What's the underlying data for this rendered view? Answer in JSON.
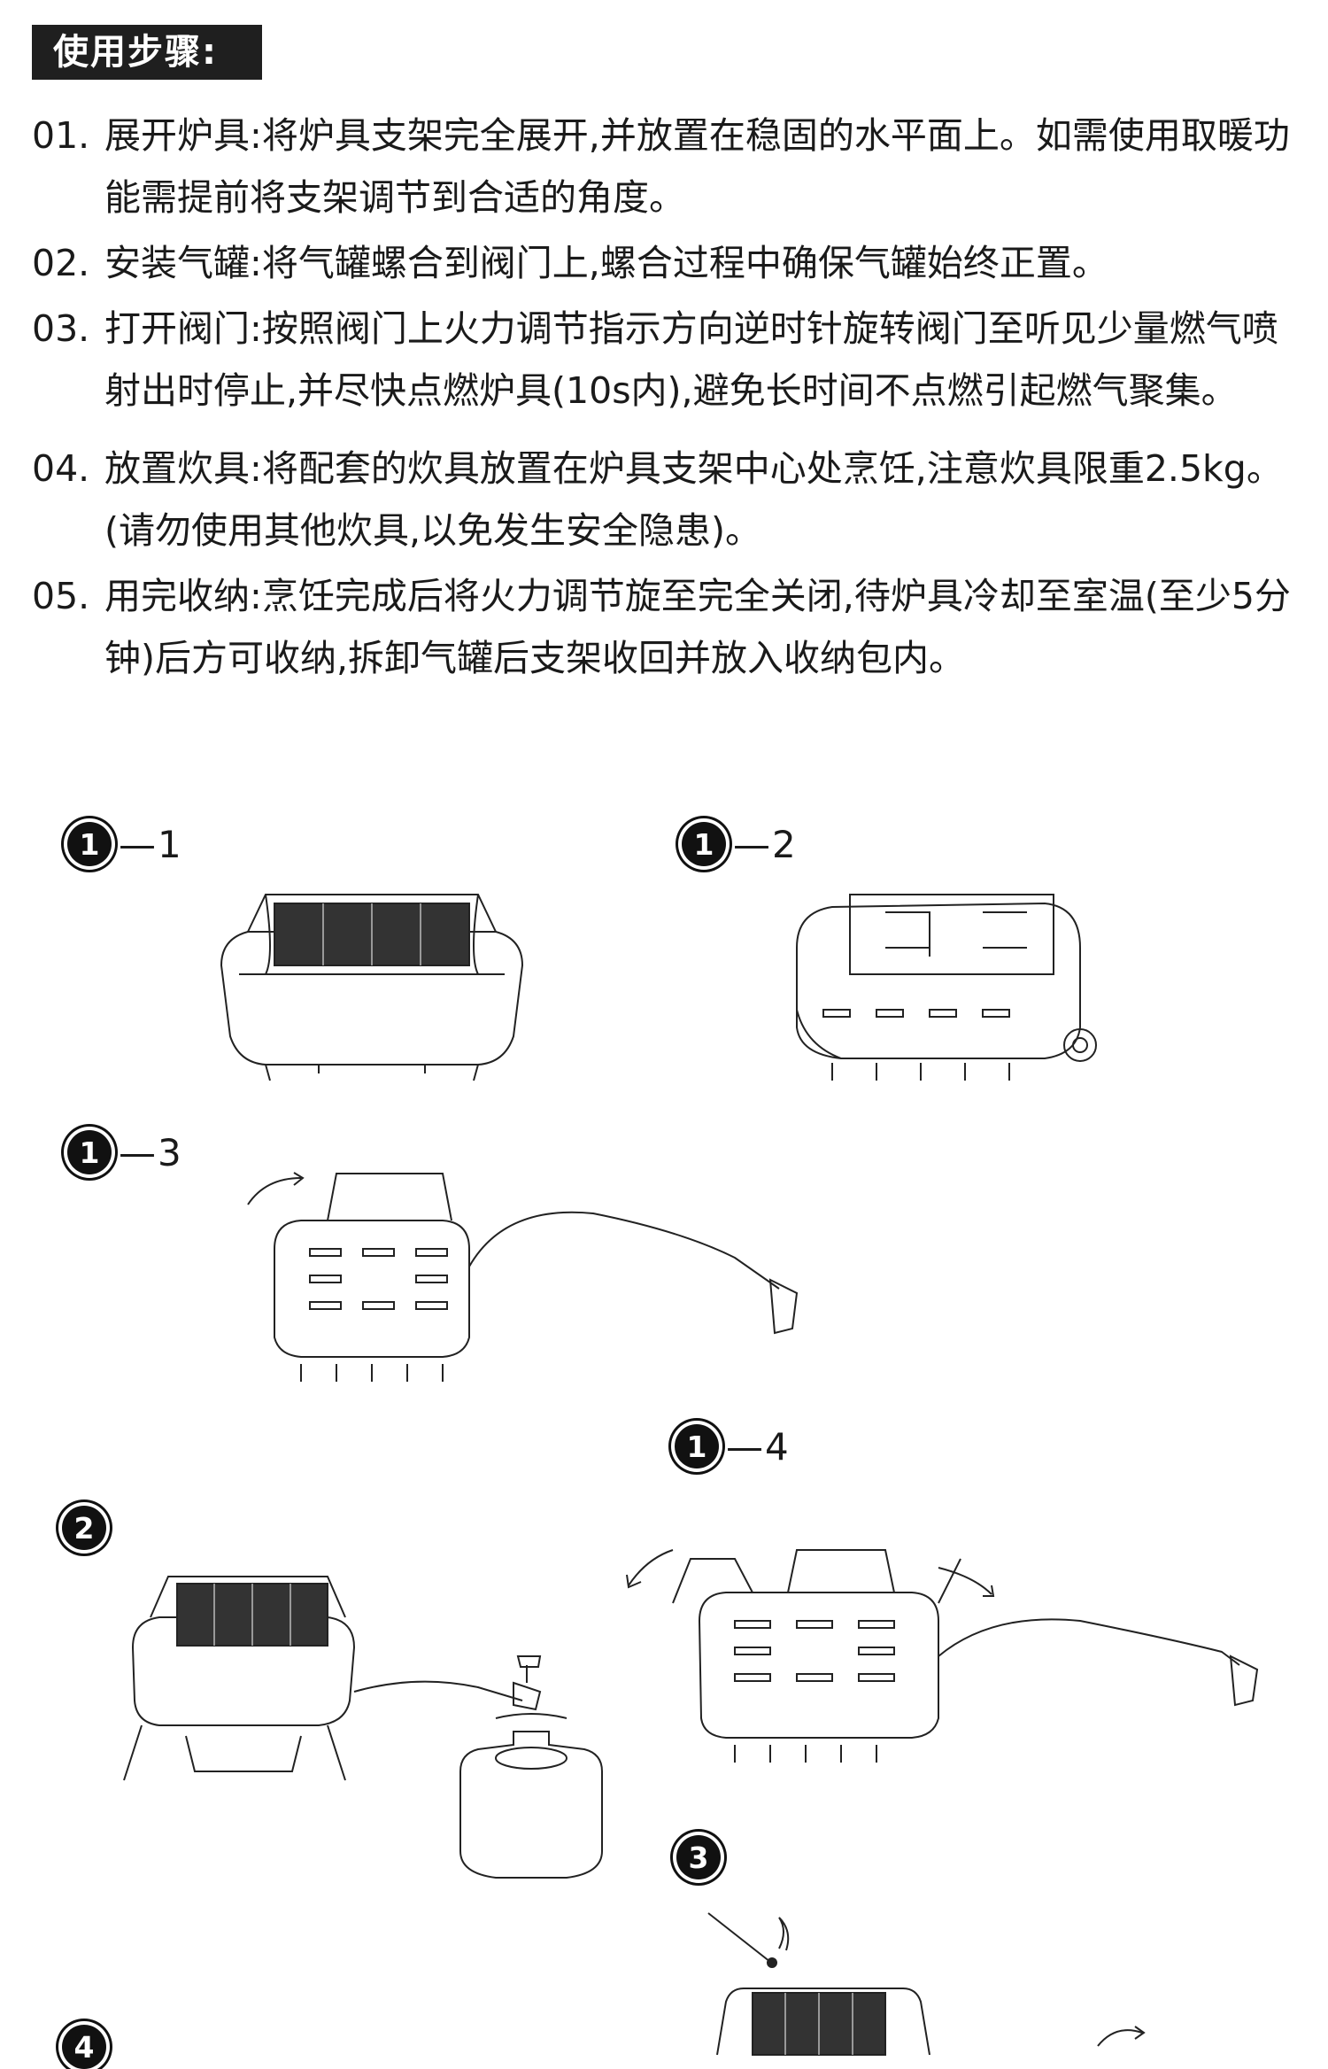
{
  "title": "使用步骤:",
  "steps": [
    {
      "num": "01.",
      "text": "展开炉具:将炉具支架完全展开,并放置在稳固的水平面上。如需使用取暖功能需提前将支架调节到合适的角度。"
    },
    {
      "num": "02.",
      "text": "安装气罐:将气罐螺合到阀门上,螺合过程中确保气罐始终正置。"
    },
    {
      "num": "03.",
      "text": "打开阀门:按照阀门上火力调节指示方向逆时针旋转阀门至听见少量燃气喷射出时停止,并尽快点燃炉具(10s内),避免长时间不点燃引起燃气聚集。"
    },
    {
      "num": "04.",
      "text": "放置炊具:将配套的炊具放置在炉具支架中心处烹饪,注意炊具限重2.5kg。(请勿使用其他炊具,以免发生安全隐患)。"
    },
    {
      "num": "05.",
      "text": "用完收纳:烹饪完成后将火力调节旋至完全关闭,待炉具冷却至室温(至少5分钟)后方可收纳,拆卸气罐后支架收回并放入收纳包内。"
    }
  ],
  "figures": {
    "f1_1": {
      "circle": "1",
      "sub": "—1"
    },
    "f1_2": {
      "circle": "1",
      "sub": "—2"
    },
    "f1_3": {
      "circle": "1",
      "sub": "—3"
    },
    "f1_4": {
      "circle": "1",
      "sub": "—4"
    },
    "f2": {
      "circle": "2"
    },
    "f3": {
      "circle": "3"
    },
    "f4": {
      "circle": "4"
    }
  }
}
